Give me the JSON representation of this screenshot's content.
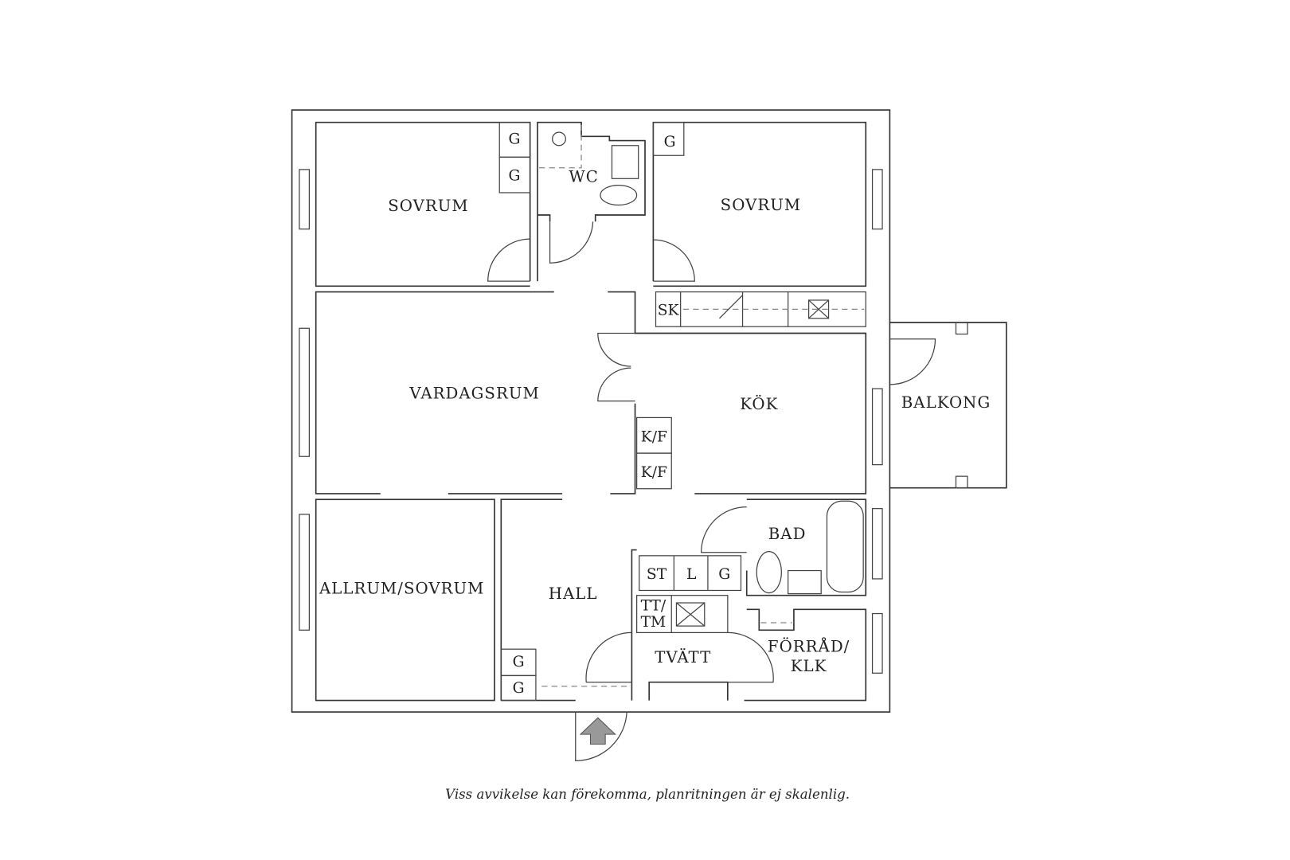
{
  "rooms": {
    "sovrum_left": "SOVRUM",
    "wc": "WC",
    "sovrum_right": "SOVRUM",
    "vardagsrum": "VARDAGSRUM",
    "kok": "KÖK",
    "balkong": "BALKONG",
    "allrum": "ALLRUM/SOVRUM",
    "hall": "HALL",
    "bad": "BAD",
    "tvatt": "TVÄTT",
    "forrad_line1": "FÖRRÅD/",
    "forrad_line2": "KLK"
  },
  "fixtures": {
    "g": "G",
    "sk": "SK",
    "kf": "K/F",
    "st": "ST",
    "l": "L",
    "tt_line1": "TT/",
    "tt_line2": "TM"
  },
  "footnote": "Viss avvikelse kan förekomma, planritningen är ej skalenlig."
}
